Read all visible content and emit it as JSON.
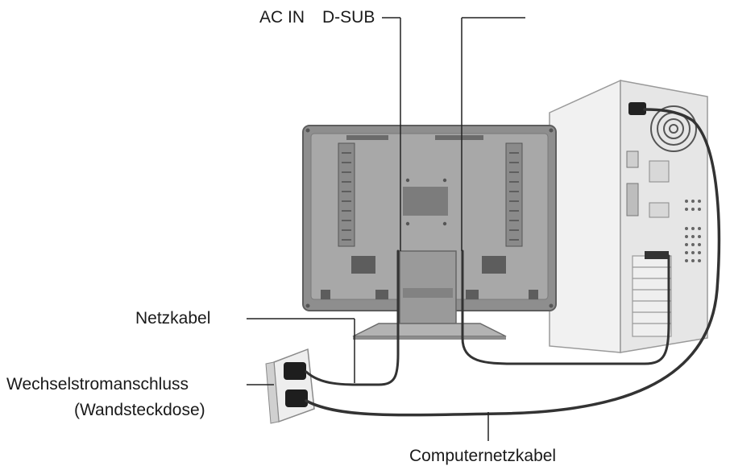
{
  "labels": {
    "ac_in": "AC IN",
    "d_sub": "D-SUB",
    "power_cable": "Netzkabel",
    "wall_outlet_line1": "Wechselstromanschluss",
    "wall_outlet_line2": "(Wandsteckdose)",
    "computer_power_cable": "Computernetzkabel"
  }
}
